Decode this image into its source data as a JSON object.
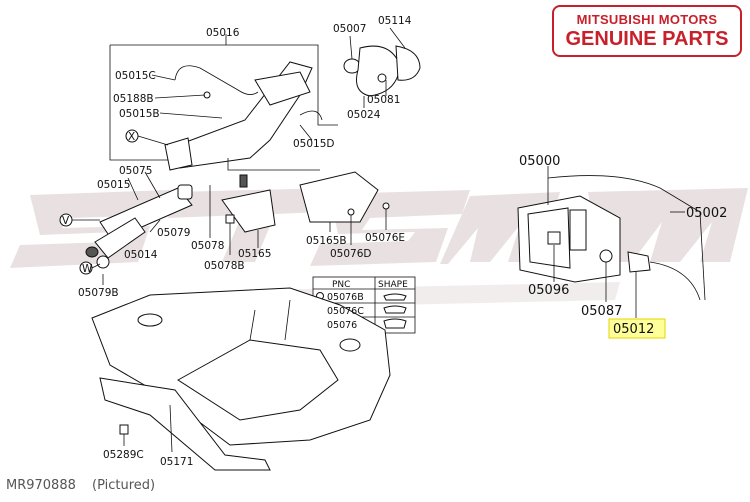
{
  "badge": {
    "line1": "MITSUBISHI MOTORS",
    "line2": "GENUINE PARTS"
  },
  "footer": {
    "code": "MR970888",
    "note": "(Pictured)"
  },
  "callouts": {
    "p05016": "05016",
    "p05007": "05007",
    "p05114": "05114",
    "p05015C": "05015C",
    "p05188B": "05188B",
    "p05015B": "05015B",
    "p05081": "05081",
    "p05024": "05024",
    "p05015D": "05015D",
    "p05075": "05075",
    "p05015": "05015",
    "p05079": "05079",
    "p05014": "05014",
    "p05078": "05078",
    "p05078B": "05078B",
    "p05165": "05165",
    "p05165B": "05165B",
    "p05076D": "05076D",
    "p05076E": "05076E",
    "p05079B": "05079B",
    "p05289C": "05289C",
    "p05171": "05171",
    "p05000": "05000",
    "p05002": "05002",
    "p05096": "05096",
    "p05087": "05087",
    "p05012": "05012"
  },
  "markers": {
    "x": "X",
    "v": "V",
    "w": "W"
  },
  "pnc_table": {
    "headers": [
      "PNC",
      "SHAPE"
    ],
    "rows": [
      "05076B",
      "05076C",
      "05076"
    ]
  },
  "colors": {
    "brand_red": "#c8202a",
    "highlight": "#ffff99"
  }
}
